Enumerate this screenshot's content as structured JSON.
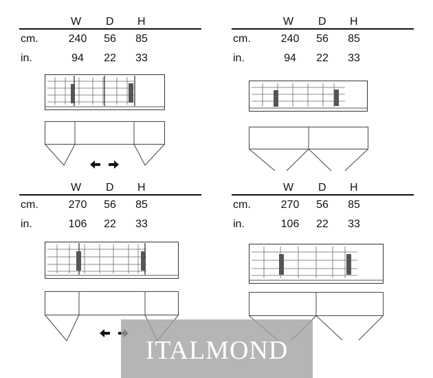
{
  "columns": [
    "W",
    "D",
    "H"
  ],
  "row_labels": [
    "cm.",
    "in."
  ],
  "configs": [
    {
      "cm": [
        "240",
        "56",
        "85"
      ],
      "in": [
        "94",
        "22",
        "33"
      ]
    },
    {
      "cm": [
        "240",
        "56",
        "85"
      ],
      "in": [
        "94",
        "22",
        "33"
      ]
    },
    {
      "cm": [
        "270",
        "56",
        "85"
      ],
      "in": [
        "106",
        "22",
        "33"
      ]
    },
    {
      "cm": [
        "270",
        "56",
        "85"
      ],
      "in": [
        "106",
        "22",
        "33"
      ]
    }
  ],
  "watermark": {
    "text": "ITALMOND"
  },
  "icons": {
    "sliding_arrows": "left-right-arrows-icon"
  }
}
